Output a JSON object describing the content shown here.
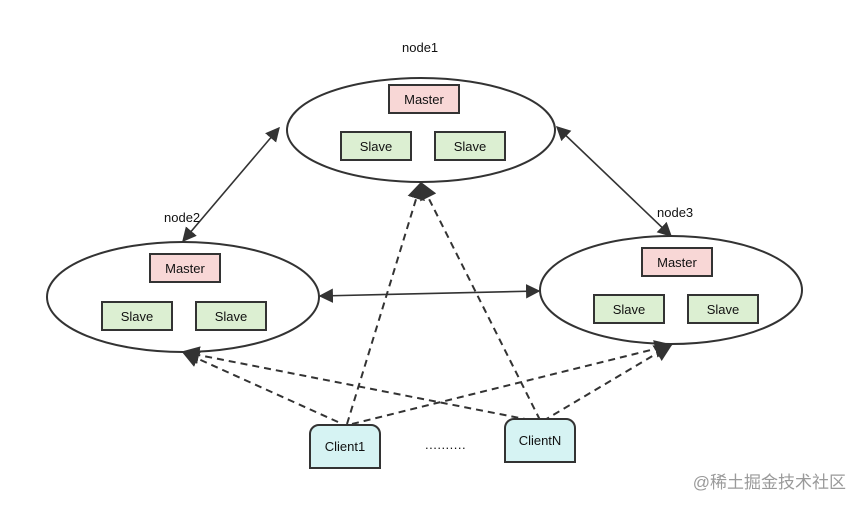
{
  "nodes": {
    "node1": {
      "label": "node1",
      "master": "Master",
      "slave_a": "Slave",
      "slave_b": "Slave"
    },
    "node2": {
      "label": "node2",
      "master": "Master",
      "slave_a": "Slave",
      "slave_b": "Slave"
    },
    "node3": {
      "label": "node3",
      "master": "Master",
      "slave_a": "Slave",
      "slave_b": "Slave"
    }
  },
  "clients": {
    "first": "Client1",
    "last": "ClientN",
    "ellipsis": ".........."
  },
  "watermark": "@稀土掘金技术社区",
  "colors": {
    "master_fill": "#f8d7d6",
    "slave_fill": "#dcefd2",
    "client_fill": "#d6f3f3",
    "stroke": "#333333"
  }
}
